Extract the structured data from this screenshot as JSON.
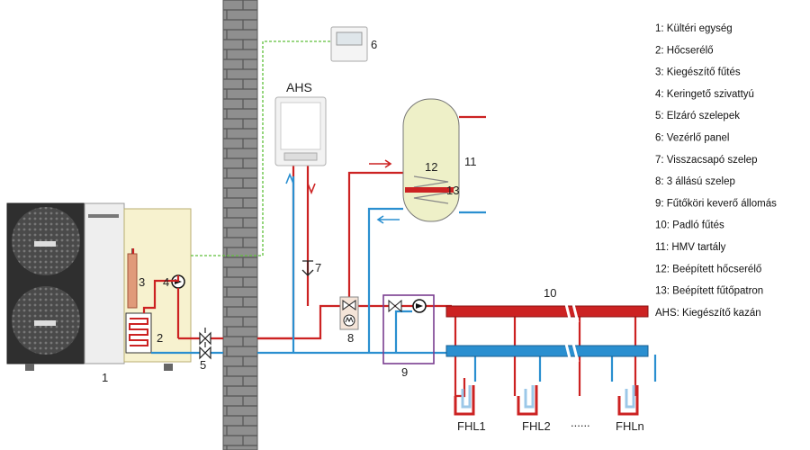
{
  "labels": {
    "unit": "1",
    "exchanger": "2",
    "heater": "3",
    "pump": "4",
    "valves": "5",
    "panel": "6",
    "check_valve": "7",
    "three_way": "8",
    "mixing_station": "9",
    "floor_heating": "10",
    "tank": "11",
    "coil": "12",
    "heater_rod": "13",
    "ahs": "AHS",
    "fhl1": "FHL1",
    "fhl2": "FHL2",
    "dots": "......",
    "fhln": "FHLn",
    "break": "//"
  },
  "legend": [
    "1: Kültéri egység",
    "2: Hőcserélő",
    "3: Kiegészítő fűtés",
    "4: Keringető szivattyú",
    "5: Elzáró szelepek",
    "6: Vezérlő panel",
    "7: Visszacsapó szelep",
    "8: 3 állású szelep",
    "9: Fűtőköri keverő állomás",
    "10: Padló fűtés",
    "11: HMV tartály",
    "12: Beépített hőcserélő",
    "13: Beépített fűtőpatron",
    "AHS: Kiegészítő kazán"
  ],
  "colors": {
    "hot": "#cc2222",
    "cold": "#2a8fd0",
    "wall": "#8a8a8a",
    "indoor_box": "#f7f2cf",
    "tank": "#eef0c8",
    "mixing_box": "#7a3d8f",
    "control_wire": "#5fbf3a"
  },
  "icons": {
    "wall": "brick-wall-icon",
    "pump": "circulation-pump-icon",
    "valve": "shutoff-valve-icon",
    "check": "check-valve-icon",
    "three_way": "motorized-valve-icon",
    "panel": "control-panel-icon",
    "boiler": "boiler-icon"
  }
}
